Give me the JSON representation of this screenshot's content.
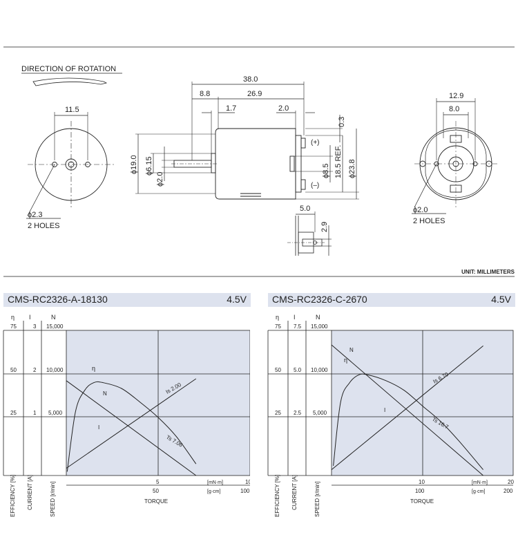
{
  "drawing": {
    "rotation_label": "DIRECTION OF ROTATION",
    "unit_label": "UNIT: MILLIMETERS",
    "front": {
      "dim_width": "11.5",
      "holes_dim": "ϕ2.3",
      "holes_count": "2 HOLES"
    },
    "side": {
      "dim_overall": "38.0",
      "dim_shaft": "8.8",
      "dim_body": "26.9",
      "dim_boss": "1.7",
      "dim_terminal": "2.0",
      "dim_gap": "0.3",
      "dia_19": "ϕ19.0",
      "dia_615": "ϕ6.15",
      "dia_20": "ϕ2.0",
      "dia_85": "ϕ8.5",
      "ref_185": "18.5 REF.",
      "dia_238": "ϕ23.8",
      "plus": "(+)",
      "minus": "(–)"
    },
    "terminal": {
      "dim_width": "5.0",
      "dim_height": "2.9"
    },
    "rear": {
      "dim_outer": "12.9",
      "dim_inner": "8.0",
      "holes_dim": "ϕ2.0",
      "holes_count": "2 HOLES"
    }
  },
  "charts": [
    {
      "model": "CMS-RC2326-A-18130",
      "voltage": "4.5V",
      "col_eta": "η",
      "col_i": "I",
      "col_n": "N",
      "eta_ticks": [
        "75",
        "50",
        "25"
      ],
      "i_ticks": [
        "3",
        "2",
        "1"
      ],
      "n_ticks": [
        "15,000",
        "10,000",
        "5,000"
      ],
      "torque_mnm_ticks": [
        "5",
        "10"
      ],
      "torque_mnm_unit": "[mN·m]",
      "torque_gcm_ticks": [
        "50",
        "100"
      ],
      "torque_gcm_unit": "[g·cm]",
      "xlabel": "TORQUE",
      "ylabel_eta": "EFFICIENCY [%]",
      "ylabel_i": "CURRENT [A]",
      "ylabel_n": "SPEED [r/min]",
      "curve_eta": "η",
      "curve_n": "N",
      "curve_i": "I",
      "is_label": "Is 2.00",
      "ts_label": "Ts 7.06"
    },
    {
      "model": "CMS-RC2326-C-2670",
      "voltage": "4.5V",
      "col_eta": "η",
      "col_i": "I",
      "col_n": "N",
      "eta_ticks": [
        "75",
        "50",
        "25"
      ],
      "i_ticks": [
        "7.5",
        "5.0",
        "2.5"
      ],
      "n_ticks": [
        "15,000",
        "10,000",
        "5,000"
      ],
      "torque_mnm_ticks": [
        "10",
        "20"
      ],
      "torque_mnm_unit": "[mN·m]",
      "torque_gcm_ticks": [
        "100",
        "200"
      ],
      "torque_gcm_unit": "[g·cm]",
      "xlabel": "TORQUE",
      "ylabel_eta": "EFFICIENCY [%]",
      "ylabel_i": "CURRENT [A]",
      "ylabel_n": "SPEED [r/min]",
      "curve_eta": "η",
      "curve_n": "N",
      "curve_i": "I",
      "is_label": "Is 6.70",
      "ts_label": "Ts 16.7"
    }
  ],
  "chart_data": [
    {
      "type": "line",
      "title": "CMS-RC2326-A-18130",
      "xlabel": "TORQUE [mN·m]",
      "xlim": [
        0,
        10
      ],
      "series": [
        {
          "name": "N",
          "unit": "r/min",
          "x": [
            0,
            7.06
          ],
          "y": [
            9800,
            0
          ]
        },
        {
          "name": "I",
          "unit": "A",
          "x": [
            0,
            7.06
          ],
          "y": [
            0.15,
            2.0
          ]
        },
        {
          "name": "η",
          "unit": "%",
          "x": [
            0.05,
            0.5,
            1.0,
            1.5,
            2.0,
            3.0,
            4.0,
            5.0,
            6.0,
            7.06
          ],
          "y": [
            2,
            33,
            44,
            48,
            48,
            45,
            38,
            30,
            20,
            6
          ]
        }
      ]
    },
    {
      "type": "line",
      "title": "CMS-RC2326-C-2670",
      "xlabel": "TORQUE [mN·m]",
      "xlim": [
        0,
        20
      ],
      "series": [
        {
          "name": "N",
          "unit": "r/min",
          "x": [
            0,
            16.7
          ],
          "y": [
            13500,
            0
          ]
        },
        {
          "name": "I",
          "unit": "A",
          "x": [
            0,
            16.7
          ],
          "y": [
            0.3,
            6.7
          ]
        },
        {
          "name": "η",
          "unit": "%",
          "x": [
            0.2,
            1.0,
            2.0,
            3.0,
            4.0,
            6.0,
            8.0,
            10.0,
            12.0,
            14.0,
            16.7
          ],
          "y": [
            5,
            38,
            48,
            52,
            52,
            49,
            44,
            36,
            28,
            18,
            3
          ]
        }
      ]
    }
  ]
}
